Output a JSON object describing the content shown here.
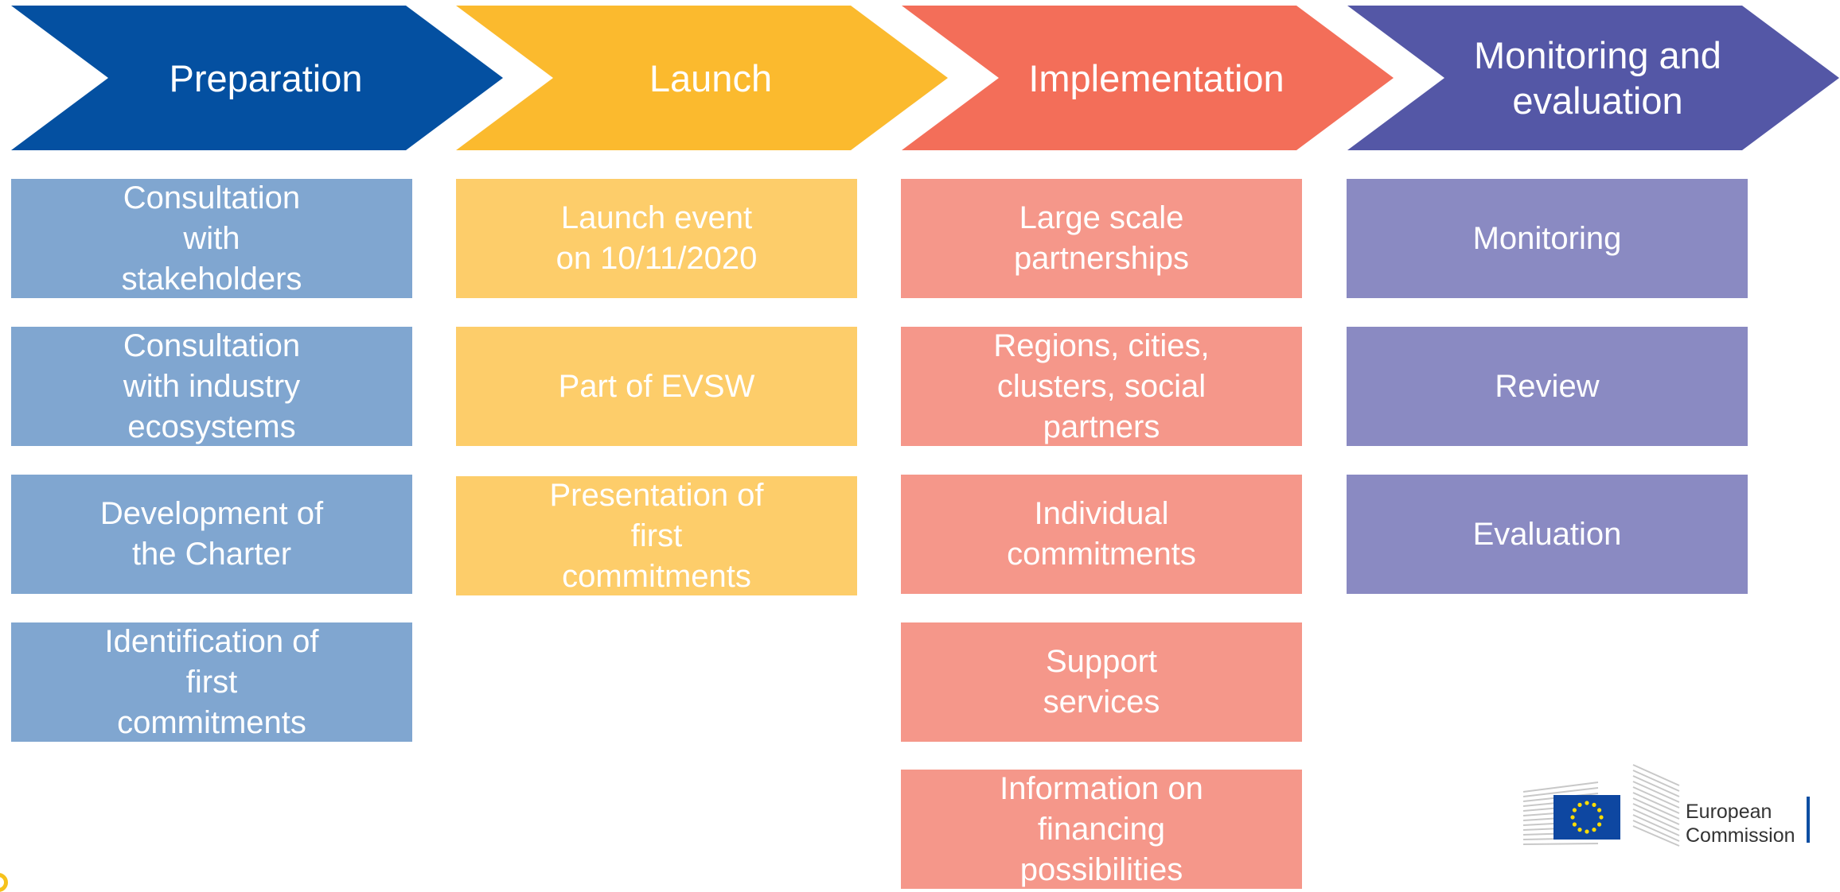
{
  "colors": {
    "preparation": {
      "arrow": "#0450a1",
      "box": "#80a6d0"
    },
    "launch": {
      "arrow": "#fbba2e",
      "box": "#fdcd6a"
    },
    "implementation": {
      "arrow": "#f36e59",
      "box": "#f5978a"
    },
    "monitoring": {
      "arrow": "#5457a6",
      "box": "#8a8ac2"
    }
  },
  "phases": [
    {
      "title": "Preparation",
      "items": [
        "Consultation\nwith\nstakeholders",
        "Consultation\nwith industry\necosystems",
        "Development of\nthe Charter",
        "Identification of\nfirst\ncommitments"
      ]
    },
    {
      "title": "Launch",
      "items": [
        "Launch event\non 10/11/2020",
        "Part of EVSW",
        "Presentation of\nfirst\ncommitments"
      ]
    },
    {
      "title": "Implementation",
      "items": [
        "Large scale\npartnerships",
        "Regions, cities,\nclusters, social\npartners",
        "Individual\ncommitments",
        "Support\nservices",
        "Information on\nfinancing\npossibilities"
      ]
    },
    {
      "title": "Monitoring and\nevaluation",
      "items": [
        "Monitoring",
        "Review",
        "Evaluation"
      ]
    }
  ],
  "logo": {
    "line1": "European",
    "line2": "Commission"
  }
}
